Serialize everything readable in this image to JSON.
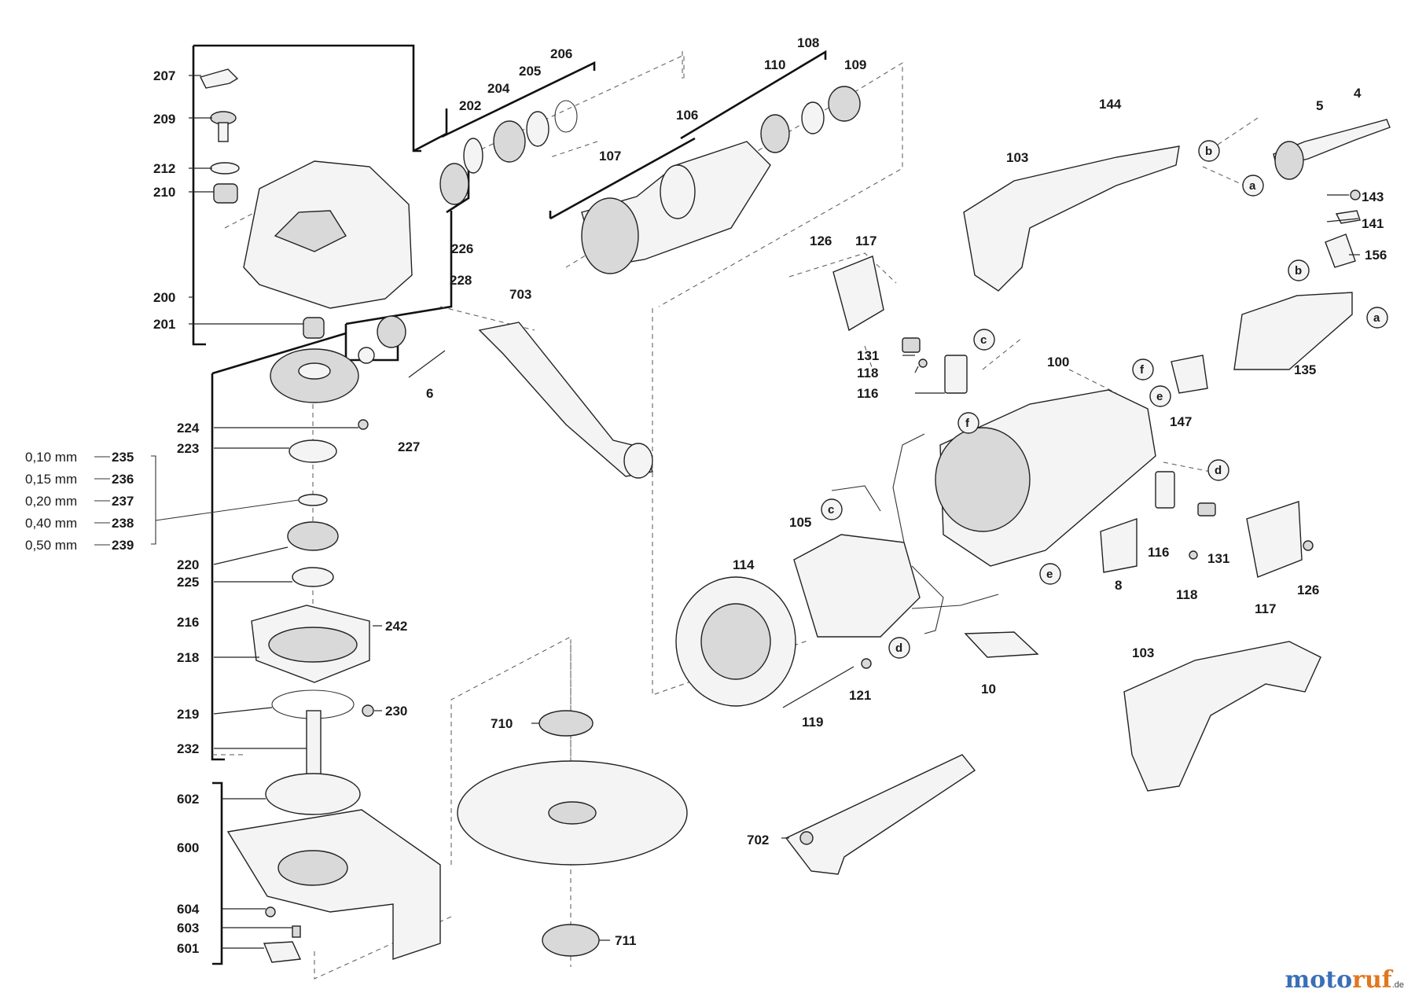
{
  "callouts": [
    {
      "id": "p207",
      "text": "207"
    },
    {
      "id": "p209",
      "text": "209"
    },
    {
      "id": "p212",
      "text": "212"
    },
    {
      "id": "p210",
      "text": "210"
    },
    {
      "id": "p200",
      "text": "200"
    },
    {
      "id": "p201",
      "text": "201"
    },
    {
      "id": "p224",
      "text": "224"
    },
    {
      "id": "p223",
      "text": "223"
    },
    {
      "id": "p220",
      "text": "220"
    },
    {
      "id": "p225",
      "text": "225"
    },
    {
      "id": "p216",
      "text": "216"
    },
    {
      "id": "p218",
      "text": "218"
    },
    {
      "id": "p219",
      "text": "219"
    },
    {
      "id": "p232",
      "text": "232"
    },
    {
      "id": "p602",
      "text": "602"
    },
    {
      "id": "p600",
      "text": "600"
    },
    {
      "id": "p604",
      "text": "604"
    },
    {
      "id": "p603",
      "text": "603"
    },
    {
      "id": "p601",
      "text": "601"
    },
    {
      "id": "p242",
      "text": "242"
    },
    {
      "id": "p230",
      "text": "230"
    },
    {
      "id": "p227",
      "text": "227"
    },
    {
      "id": "p226",
      "text": "226"
    },
    {
      "id": "p228",
      "text": "228"
    },
    {
      "id": "p202",
      "text": "202"
    },
    {
      "id": "p204",
      "text": "204"
    },
    {
      "id": "p205",
      "text": "205"
    },
    {
      "id": "p206",
      "text": "206"
    },
    {
      "id": "p6",
      "text": "6"
    },
    {
      "id": "p703",
      "text": "703"
    },
    {
      "id": "p106",
      "text": "106"
    },
    {
      "id": "p107",
      "text": "107"
    },
    {
      "id": "p108",
      "text": "108"
    },
    {
      "id": "p110",
      "text": "110"
    },
    {
      "id": "p109",
      "text": "109"
    },
    {
      "id": "p126a",
      "text": "126"
    },
    {
      "id": "p117a",
      "text": "117"
    },
    {
      "id": "p131a",
      "text": "131"
    },
    {
      "id": "p118a",
      "text": "118"
    },
    {
      "id": "p116a",
      "text": "116"
    },
    {
      "id": "p100",
      "text": "100"
    },
    {
      "id": "p105",
      "text": "105"
    },
    {
      "id": "p114",
      "text": "114"
    },
    {
      "id": "p121",
      "text": "121"
    },
    {
      "id": "p119",
      "text": "119"
    },
    {
      "id": "p10",
      "text": "10"
    },
    {
      "id": "p8",
      "text": "8"
    },
    {
      "id": "p116b",
      "text": "116"
    },
    {
      "id": "p131b",
      "text": "131"
    },
    {
      "id": "p118b",
      "text": "118"
    },
    {
      "id": "p117b",
      "text": "117"
    },
    {
      "id": "p126b",
      "text": "126"
    },
    {
      "id": "p144",
      "text": "144"
    },
    {
      "id": "p103a",
      "text": "103"
    },
    {
      "id": "p5",
      "text": "5"
    },
    {
      "id": "p4",
      "text": "4"
    },
    {
      "id": "p143",
      "text": "143"
    },
    {
      "id": "p141",
      "text": "141"
    },
    {
      "id": "p156",
      "text": "156"
    },
    {
      "id": "p135",
      "text": "135"
    },
    {
      "id": "p147",
      "text": "147"
    },
    {
      "id": "p103b",
      "text": "103"
    },
    {
      "id": "p710",
      "text": "710"
    },
    {
      "id": "p711",
      "text": "711"
    },
    {
      "id": "p702",
      "text": "702"
    }
  ],
  "shims": [
    {
      "spec": "0,10 mm",
      "part": "235"
    },
    {
      "spec": "0,15 mm",
      "part": "236"
    },
    {
      "spec": "0,20 mm",
      "part": "237"
    },
    {
      "spec": "0,40 mm",
      "part": "238"
    },
    {
      "spec": "0,50 mm",
      "part": "239"
    }
  ],
  "connector_refs": [
    {
      "id": "ref-a-top",
      "text": "a"
    },
    {
      "id": "ref-b-top",
      "text": "b"
    },
    {
      "id": "ref-b-mid",
      "text": "b"
    },
    {
      "id": "ref-a-mid",
      "text": "a"
    },
    {
      "id": "ref-c-top",
      "text": "c"
    },
    {
      "id": "ref-f-mid",
      "text": "f"
    },
    {
      "id": "ref-e-mid",
      "text": "e"
    },
    {
      "id": "ref-f-wire",
      "text": "f"
    },
    {
      "id": "ref-d-right",
      "text": "d"
    },
    {
      "id": "ref-c-wire",
      "text": "c"
    },
    {
      "id": "ref-e-wire",
      "text": "e"
    },
    {
      "id": "ref-d-wire",
      "text": "d"
    }
  ],
  "brand": {
    "main": "moto",
    "accent": "ruf",
    "suffix": ".de"
  }
}
